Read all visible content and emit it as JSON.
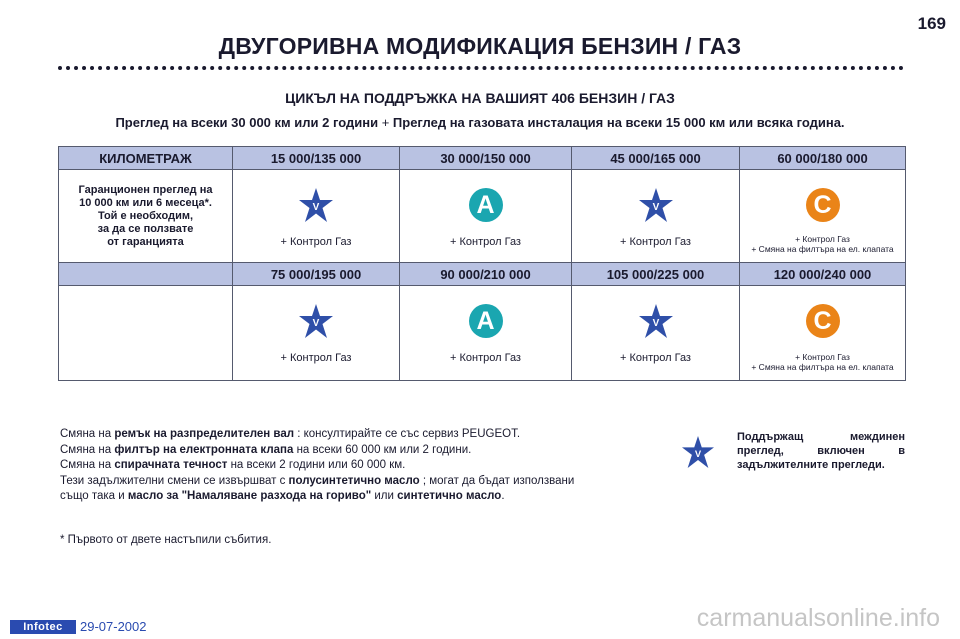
{
  "page_number": "169",
  "title": "ДВУГОРИВНА МОДИФИКАЦИЯ БЕНЗИН / ГАЗ",
  "subtitle": "ЦИКЪЛ НА ПОДДРЪЖКА НА ВАШИЯТ 406 БЕНЗИН / ГАЗ",
  "intro": {
    "part1": "Преглед на всеки 30 000 км или 2 години",
    "plus": "+",
    "part2": "Преглед на газовата инсталация на всеки 15 000 км или всяка година."
  },
  "table": {
    "header1": [
      "КИЛОМЕТРАЖ",
      "15 000/135 000",
      "30 000/150 000",
      "45 000/165 000",
      "60 000/180 000"
    ],
    "warranty": [
      "Гаранционен преглед на",
      "10 000 км или 6 месеца*.",
      "Той е необходим,",
      "за да се ползвате",
      "от гаранцията"
    ],
    "header2": [
      "75 000/195 000",
      "90 000/210 000",
      "105 000/225 000",
      "120 000/240 000"
    ],
    "badge_a": "A",
    "badge_c": "C",
    "star_letter": "V",
    "gas_check": "+ Контрол Газ",
    "gas_check_small": "+ Контрол Газ",
    "filter_change": "+ Смяна на филтъра на ел. клапата"
  },
  "notes": {
    "line1": {
      "pre": "Смяна на ",
      "bold": "ремък на разпределителен вал",
      "post": " : консултирайте се със сервиз PEUGEOT."
    },
    "line2": {
      "pre": "Смяна на ",
      "bold": "филтър на електронната клапа",
      "post": " на всеки 60 000 км или 2 години."
    },
    "line3": {
      "pre": "Смяна на ",
      "bold": "спирачната течност",
      "post": " на всеки 2 години или 60 000 км."
    },
    "line4": {
      "pre": "Тези задължителни смени се извършват с ",
      "bold": "полусинтетично масло",
      "post": " ; могат да бъдат използвани"
    },
    "line5": {
      "pre": "също така и ",
      "bold1": "масло за \"Намаляване разхода на гориво\"",
      "mid": " или ",
      "bold2": "синтетично масло",
      "post": "."
    }
  },
  "legend": "Поддържащ междинен преглед, включен в задължителните прегледи.",
  "footnote": "* Първото от двете настъпили събития.",
  "footer": {
    "logo": "Infotec",
    "date": "29-07-2002",
    "watermark": "carmanualsonline.info"
  },
  "colors": {
    "header_bg": "#b9c2e2",
    "star": "#2f4fa8",
    "badge_a": "#1aa6b0",
    "badge_c": "#ea8418"
  }
}
